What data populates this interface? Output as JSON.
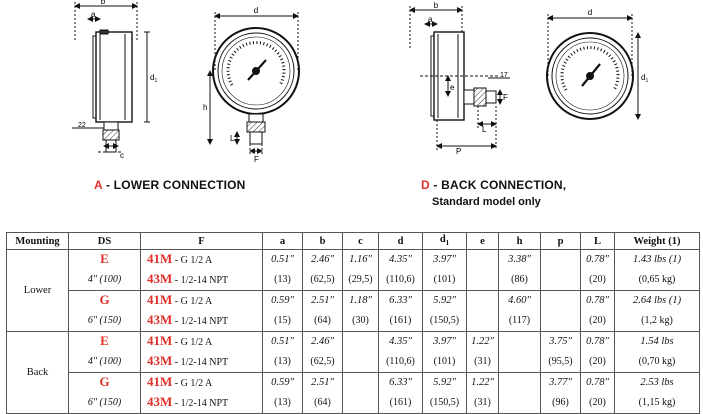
{
  "drawing_a": {
    "caption_letter": "A",
    "caption_rest": " - LOWER  CONNECTION",
    "dims": {
      "a": "a",
      "b": "b",
      "d": "d",
      "d1": "d",
      "d1_sub": "1",
      "h": "h",
      "L": "L",
      "F": "F",
      "c": "c",
      "wrench": "22"
    }
  },
  "drawing_d": {
    "caption_letter": "D",
    "caption_rest": " - BACK CONNECTION,",
    "subcaption": "Standard model only",
    "dims": {
      "a": "a",
      "b": "b",
      "d": "d",
      "d1": "d",
      "d1_sub": "1",
      "e": "e",
      "F": "F",
      "L": "L",
      "P": "P",
      "wrench": "17"
    }
  },
  "table": {
    "headers": {
      "mounting": "Mounting",
      "ds": "DS",
      "f": "F",
      "a": "a",
      "b": "b",
      "c": "c",
      "d": "d",
      "d1": "d",
      "d1_sub": "1",
      "e": "e",
      "h": "h",
      "p": "p",
      "L": "L",
      "weight": "Weight (1)"
    },
    "groups": [
      {
        "mounting": "Lower",
        "rows": [
          {
            "ds_code": "E",
            "ds_size": "4\" (100)",
            "f1_code": "41M",
            "f1_text": " - G 1/2 A",
            "f2_code": "43M",
            "f2_text": " - 1/2-14 NPT",
            "a": [
              "0.51\"",
              "(13)"
            ],
            "b": [
              "2.46\"",
              "(62,5)"
            ],
            "c": [
              "1.16\"",
              "(29,5)"
            ],
            "d": [
              "4.35\"",
              "(110,6)"
            ],
            "d1": [
              "3.97\"",
              "(101)"
            ],
            "e": [
              "",
              ""
            ],
            "h": [
              "3.38\"",
              "(86)"
            ],
            "p": [
              "",
              ""
            ],
            "L": [
              "0.78\"",
              "(20)"
            ],
            "w": [
              "1.43 lbs (1)",
              "(0,65 kg)"
            ]
          },
          {
            "ds_code": "G",
            "ds_size": "6\" (150)",
            "f1_code": "41M",
            "f1_text": " - G 1/2 A",
            "f2_code": "43M",
            "f2_text": " - 1/2-14 NPT",
            "a": [
              "0.59\"",
              "(15)"
            ],
            "b": [
              "2.51\"",
              "(64)"
            ],
            "c": [
              "1.18\"",
              "(30)"
            ],
            "d": [
              "6.33\"",
              "(161)"
            ],
            "d1": [
              "5.92\"",
              "(150,5)"
            ],
            "e": [
              "",
              ""
            ],
            "h": [
              "4.60\"",
              "(117)"
            ],
            "p": [
              "",
              ""
            ],
            "L": [
              "0.78\"",
              "(20)"
            ],
            "w": [
              "2.64 lbs (1)",
              "(1,2 kg)"
            ]
          }
        ]
      },
      {
        "mounting": "Back",
        "rows": [
          {
            "ds_code": "E",
            "ds_size": "4\" (100)",
            "f1_code": "41M",
            "f1_text": " - G 1/2 A",
            "f2_code": "43M",
            "f2_text": " - 1/2-14 NPT",
            "a": [
              "0.51\"",
              "(13)"
            ],
            "b": [
              "2.46\"",
              "(62,5)"
            ],
            "c": [
              "",
              ""
            ],
            "d": [
              "4.35\"",
              "(110,6)"
            ],
            "d1": [
              "3.97\"",
              "(101)"
            ],
            "e": [
              "1.22\"",
              "(31)"
            ],
            "h": [
              "",
              ""
            ],
            "p": [
              "3.75\"",
              "(95,5)"
            ],
            "L": [
              "0.78\"",
              "(20)"
            ],
            "w": [
              "1.54 lbs",
              "(0,70 kg)"
            ]
          },
          {
            "ds_code": "G",
            "ds_size": "6\" (150)",
            "f1_code": "41M",
            "f1_text": " - G 1/2 A",
            "f2_code": "43M",
            "f2_text": " - 1/2-14 NPT",
            "a": [
              "0.59\"",
              "(13)"
            ],
            "b": [
              "2.51\"",
              "(64)"
            ],
            "c": [
              "",
              ""
            ],
            "d": [
              "6.33\"",
              "(161)"
            ],
            "d1": [
              "5.92\"",
              "(150,5)"
            ],
            "e": [
              "1.22\"",
              "(31)"
            ],
            "h": [
              "",
              ""
            ],
            "p": [
              "3.77\"",
              "(96)"
            ],
            "L": [
              "0.78\"",
              "(20)"
            ],
            "w": [
              "2.53 lbs",
              "(1,15 kg)"
            ]
          }
        ]
      }
    ]
  }
}
